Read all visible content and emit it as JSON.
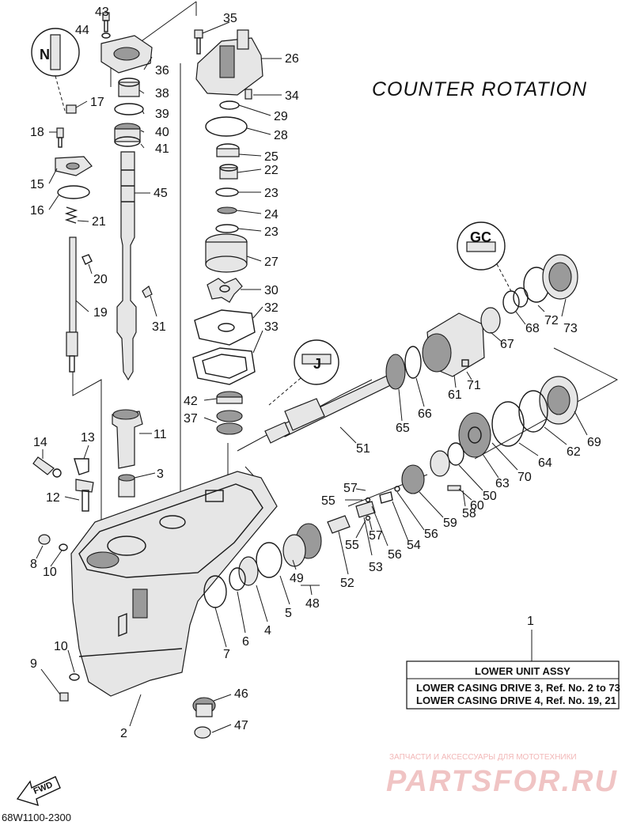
{
  "title": "COUNTER ROTATION",
  "drawing_code": "68W1100-2300",
  "fwd_label": "FWD",
  "info_box": {
    "callout": "1",
    "heading": "LOWER  UNIT ASSY",
    "line1": "LOWER CASING DRIVE 3, Ref. No. 2 to 73",
    "line2": "LOWER CASING DRIVE 4, Ref. No. 19, 21"
  },
  "watermark": {
    "caption": "ЗАПЧАСТИ И АКСЕССУАРЫ ДЛЯ МОТОТЕХНИКИ",
    "brand": "PARTSFOR.RU"
  },
  "callouts": [
    {
      "id": "c43",
      "label": "43"
    },
    {
      "id": "c44",
      "label": "44"
    },
    {
      "id": "c35",
      "label": "35"
    },
    {
      "id": "c26",
      "label": "26"
    },
    {
      "id": "c36",
      "label": "36"
    },
    {
      "id": "c38",
      "label": "38"
    },
    {
      "id": "c39",
      "label": "39"
    },
    {
      "id": "c40",
      "label": "40"
    },
    {
      "id": "c41",
      "label": "41"
    },
    {
      "id": "c17",
      "label": "17"
    },
    {
      "id": "c18",
      "label": "18"
    },
    {
      "id": "c15",
      "label": "15"
    },
    {
      "id": "c16",
      "label": "16"
    },
    {
      "id": "c21",
      "label": "21"
    },
    {
      "id": "c20",
      "label": "20"
    },
    {
      "id": "c19",
      "label": "19"
    },
    {
      "id": "c45",
      "label": "45"
    },
    {
      "id": "c31",
      "label": "31"
    },
    {
      "id": "c34",
      "label": "34"
    },
    {
      "id": "c29",
      "label": "29"
    },
    {
      "id": "c28",
      "label": "28"
    },
    {
      "id": "c25",
      "label": "25"
    },
    {
      "id": "c22",
      "label": "22"
    },
    {
      "id": "c23a",
      "label": "23"
    },
    {
      "id": "c24",
      "label": "24"
    },
    {
      "id": "c23b",
      "label": "23"
    },
    {
      "id": "c27",
      "label": "27"
    },
    {
      "id": "c30",
      "label": "30"
    },
    {
      "id": "c32",
      "label": "32"
    },
    {
      "id": "c33",
      "label": "33"
    },
    {
      "id": "c42",
      "label": "42"
    },
    {
      "id": "c37",
      "label": "37"
    },
    {
      "id": "c11",
      "label": "11"
    },
    {
      "id": "c3",
      "label": "3"
    },
    {
      "id": "c14",
      "label": "14"
    },
    {
      "id": "c13",
      "label": "13"
    },
    {
      "id": "c12",
      "label": "12"
    },
    {
      "id": "c8",
      "label": "8"
    },
    {
      "id": "c10a",
      "label": "10"
    },
    {
      "id": "c73",
      "label": "73"
    },
    {
      "id": "c72",
      "label": "72"
    },
    {
      "id": "c68",
      "label": "68"
    },
    {
      "id": "c67",
      "label": "67"
    },
    {
      "id": "c71",
      "label": "71"
    },
    {
      "id": "c61",
      "label": "61"
    },
    {
      "id": "c66",
      "label": "66"
    },
    {
      "id": "c65",
      "label": "65"
    },
    {
      "id": "c51",
      "label": "51"
    },
    {
      "id": "c69",
      "label": "69"
    },
    {
      "id": "c62",
      "label": "62"
    },
    {
      "id": "c64",
      "label": "64"
    },
    {
      "id": "c70",
      "label": "70"
    },
    {
      "id": "c63",
      "label": "63"
    },
    {
      "id": "c50",
      "label": "50"
    },
    {
      "id": "c60",
      "label": "60"
    },
    {
      "id": "c58",
      "label": "58"
    },
    {
      "id": "c59",
      "label": "59"
    },
    {
      "id": "c56a",
      "label": "56"
    },
    {
      "id": "c54",
      "label": "54"
    },
    {
      "id": "c56b",
      "label": "56"
    },
    {
      "id": "c57a",
      "label": "57"
    },
    {
      "id": "c55a",
      "label": "55"
    },
    {
      "id": "c57b",
      "label": "57"
    },
    {
      "id": "c55b",
      "label": "55"
    },
    {
      "id": "c53",
      "label": "53"
    },
    {
      "id": "c52",
      "label": "52"
    },
    {
      "id": "c49",
      "label": "49"
    },
    {
      "id": "c48",
      "label": "48"
    },
    {
      "id": "c5",
      "label": "5"
    },
    {
      "id": "c4",
      "label": "4"
    },
    {
      "id": "c6",
      "label": "6"
    },
    {
      "id": "c7",
      "label": "7"
    },
    {
      "id": "c10b",
      "label": "10"
    },
    {
      "id": "c9",
      "label": "9"
    },
    {
      "id": "c2",
      "label": "2"
    },
    {
      "id": "c46",
      "label": "46"
    },
    {
      "id": "c47",
      "label": "47"
    }
  ]
}
